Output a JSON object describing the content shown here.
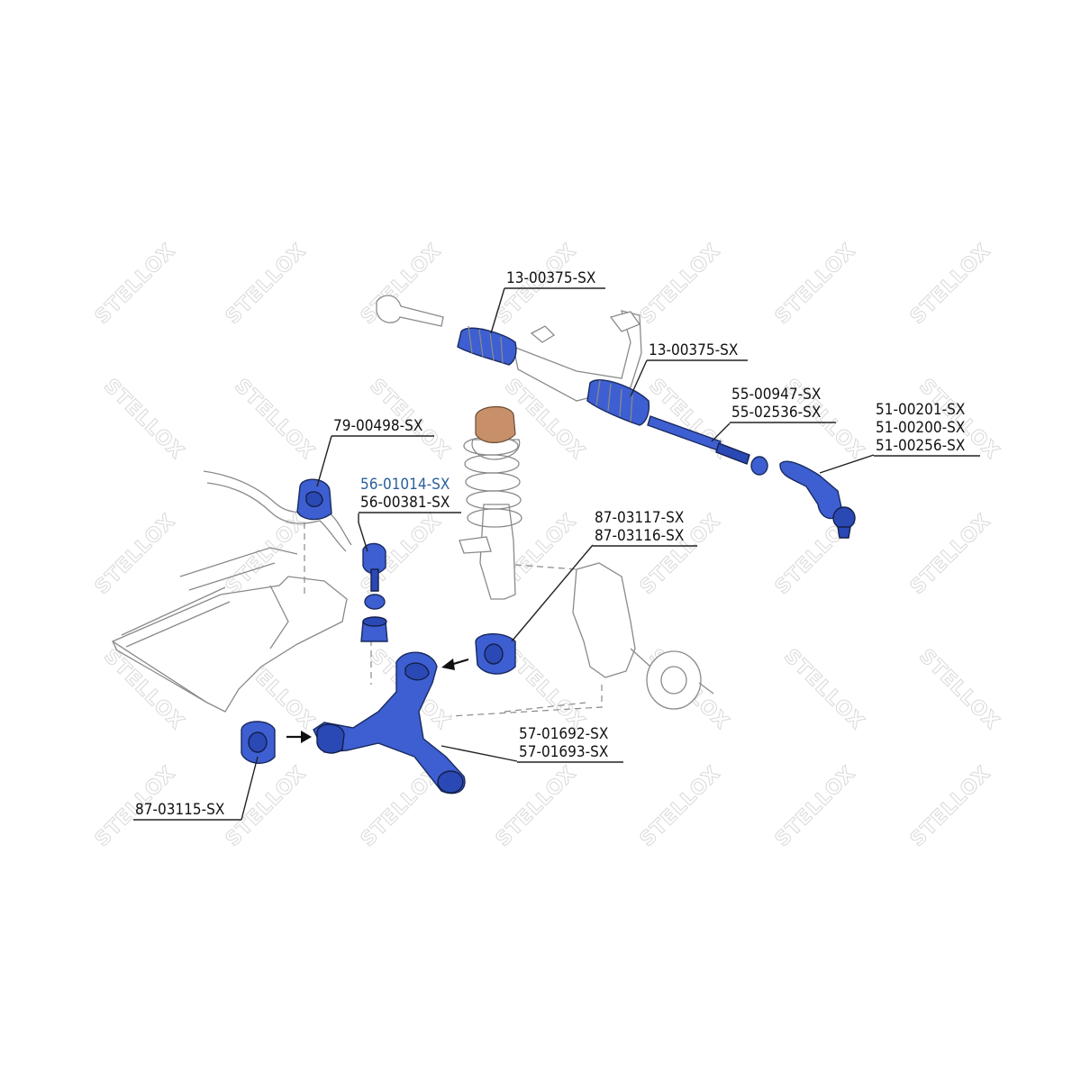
{
  "watermark": {
    "text": "STELLOX"
  },
  "callouts": [
    {
      "id": "rack-boot-left",
      "labels": [
        "13-00375-SX"
      ]
    },
    {
      "id": "rack-boot-right",
      "labels": [
        "13-00375-SX"
      ]
    },
    {
      "id": "inner-tie-rod",
      "labels": [
        "55-00947-SX",
        "55-02536-SX"
      ]
    },
    {
      "id": "tie-rod-end",
      "labels": [
        "51-00201-SX",
        "51-00200-SX",
        "51-00256-SX"
      ]
    },
    {
      "id": "stabilizer-bush",
      "labels": [
        "79-00498-SX"
      ]
    },
    {
      "id": "stabilizer-link",
      "labels": [
        "56-01014-SX",
        "56-00381-SX"
      ],
      "highlight_first": true
    },
    {
      "id": "rear-arm-bush",
      "labels": [
        "87-03117-SX",
        "87-03116-SX"
      ]
    },
    {
      "id": "control-arm",
      "labels": [
        "57-01692-SX",
        "57-01693-SX"
      ]
    },
    {
      "id": "front-arm-bush",
      "labels": [
        "87-03115-SX"
      ]
    }
  ],
  "colors": {
    "part": "#3d5fd1",
    "highlight_label": "#2b5f9a",
    "outline": "#8a8a8a"
  }
}
